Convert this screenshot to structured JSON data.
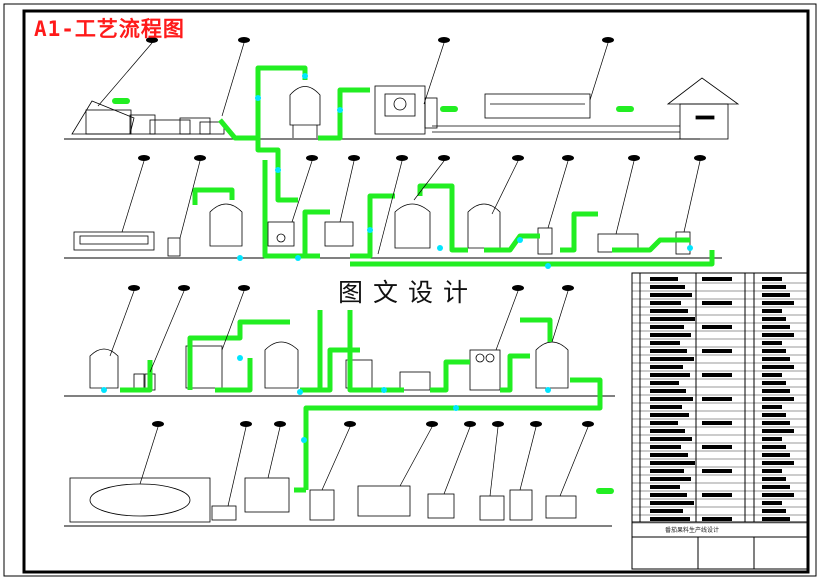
{
  "title": "A1-工艺流程图",
  "watermark": "图文设计",
  "title_block": {
    "project_label": "番茄果料生产线设计"
  },
  "colors": {
    "pipe": "#22ee22",
    "valve": "#00e5ff",
    "title": "#ff1a1a",
    "line": "#000000"
  }
}
